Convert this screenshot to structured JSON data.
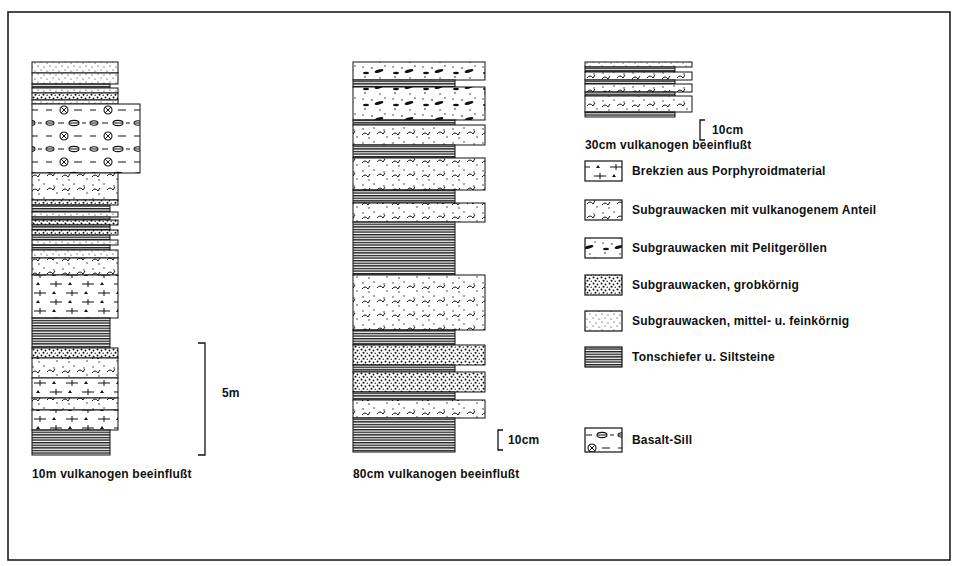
{
  "diagram": {
    "labels": [
      "10m vulkanogen beeinflußt",
      "5m",
      "80cm vulkanogen beeinflußt",
      "10cm",
      "30cm vulkanogen beeinflußt",
      "10cm"
    ],
    "legend": [
      {
        "text": "Brekzien aus Porphyroidmaterial"
      },
      {
        "text": "Subgrauwacken mit vulkanogenem Anteil"
      },
      {
        "text": "Subgrauwacken mit Pelitgeröllen"
      },
      {
        "text": "Subgrauwacken, grobkörnig"
      },
      {
        "text": "Subgrauwacken, mittel- u. feinkörnig"
      },
      {
        "text": "Tonschiefer u. Siltsteine"
      },
      {
        "text": "Basalt-Sill"
      }
    ]
  }
}
